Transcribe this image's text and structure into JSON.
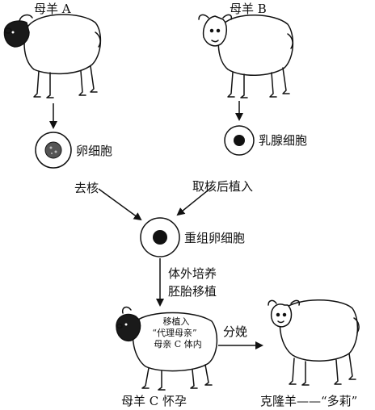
{
  "labels": {
    "sheep_a": "母羊 A",
    "sheep_b": "母羊 B",
    "egg_cell": "卵细胞",
    "mammary_cell": "乳腺细胞",
    "enucleate": "去核",
    "extract_nucleus": "取核后植入",
    "recombined_egg": "重组卵细胞",
    "in_vitro_culture": "体外培养",
    "embryo_transfer": "胚胎移植",
    "transplant_into": "移植入",
    "surrogate_mother": "“代理母亲”",
    "mother_c_body": "母亲 C 体内",
    "childbirth": "分娩",
    "sheep_c_pregnant": "母羊 C 怀孕",
    "clone_sheep": "克隆羊——“多莉”"
  },
  "colors": {
    "ink": "#111111",
    "paper": "#ffffff"
  }
}
